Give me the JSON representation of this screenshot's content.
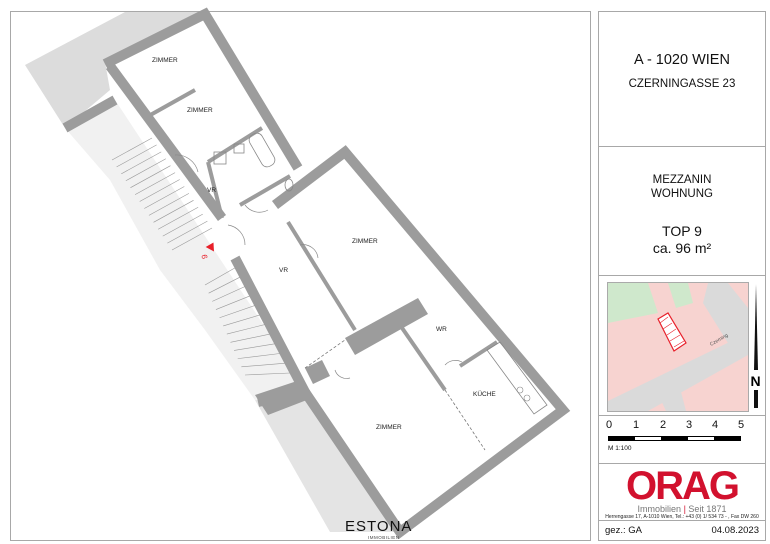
{
  "header": {
    "city": "A - 1020 WIEN",
    "street": "CZERNINGASSE 23"
  },
  "unit": {
    "floor": "MEZZANIN",
    "type": "WOHNUNG",
    "top": "TOP 9",
    "area": "ca. 96 m²"
  },
  "plan": {
    "rooms": [
      "ZIMMER",
      "ZIMMER",
      "VR",
      "VR",
      "ZIMMER",
      "WR",
      "KÜCHE",
      "ZIMMER"
    ],
    "entrance_number": "9",
    "logo": "ESTONA",
    "logo_sub": "IMMOBILIEN"
  },
  "map": {
    "street_label": "Czerning",
    "north_label": "N",
    "highlight_color": "#e8202a"
  },
  "scale": {
    "ticks": [
      "0",
      "1",
      "2",
      "3",
      "4",
      "5"
    ],
    "label": "M 1:100"
  },
  "company": {
    "logo": "ORAG",
    "tagline_left": "Immobilien",
    "tagline_sep": "|",
    "tagline_right": "Seit 1871",
    "address": "Herrengasse 17, A-1010 Wien, Tel.: +43 (0) 1/ 534 73 - , Fax DW 260",
    "brand_color": "#d2112e"
  },
  "footer": {
    "drawn_by": "gez.: GA",
    "date": "04.08.2023"
  }
}
